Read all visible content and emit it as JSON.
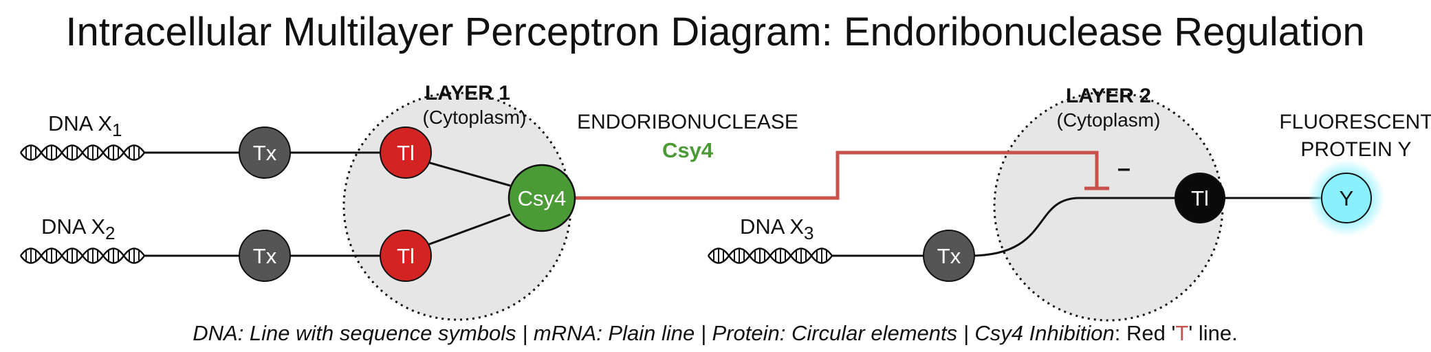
{
  "title": "Intracellular Multilayer Perceptron Diagram: Endoribonuclease Regulation",
  "colors": {
    "translation_red": "#d42323",
    "transcription_gray": "#555555",
    "csy4_green": "#4a9a35",
    "inhibition_red": "#c9504b",
    "output_cyan": "#8aefff",
    "layer_fill": "#e6e6e6",
    "black_node": "#0a0a0a"
  },
  "layer1": {
    "title": "LAYER 1",
    "subtitle": "(Cytoplasm)"
  },
  "layer2": {
    "title": "LAYER 2",
    "subtitle": "(Cytoplasm)"
  },
  "dna_x1": {
    "label": "DNA X",
    "sub": "1"
  },
  "dna_x2": {
    "label": "DNA X",
    "sub": "2"
  },
  "dna_x3": {
    "label": "DNA X",
    "sub": "3"
  },
  "nodes": {
    "tx": "Tx",
    "tl": "Tl",
    "csy4": "Csy4",
    "y": "Y"
  },
  "endoribonuclease": {
    "line1": "ENDORIBONUCLEASE",
    "line2": "Csy4"
  },
  "inhibition_sign": "–",
  "fluorescent": {
    "line1": "FLUORESCENT",
    "line2": "PROTEIN Y"
  },
  "legend": {
    "part1": "DNA: Line with sequence symbols | mRNA: Plain line | Protein: Circular elements | Csy4 Inhibition",
    "part2": ": Red '",
    "part3": "T",
    "part4": "' line."
  }
}
